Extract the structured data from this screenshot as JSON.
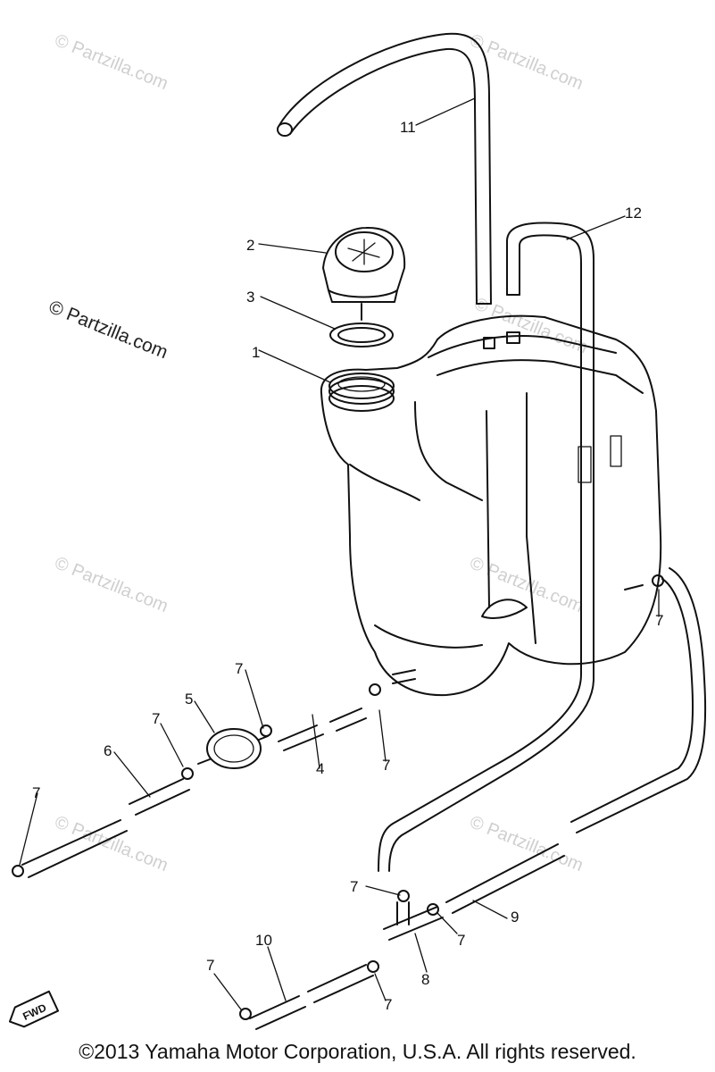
{
  "watermarks": {
    "main": "© Partzilla.com",
    "faint": "© Partzilla.com"
  },
  "callouts": {
    "c1": "1",
    "c2": "2",
    "c3": "3",
    "c4": "4",
    "c5": "5",
    "c6": "6",
    "c7": "7",
    "c8": "8",
    "c9": "9",
    "c10": "10",
    "c11": "11",
    "c12": "12"
  },
  "fwd_label": "FWD",
  "copyright": "©2013 Yamaha Motor Corporation, U.S.A. All rights reserved.",
  "colors": {
    "ink": "#111111",
    "watermark": "#cfcfcf"
  }
}
